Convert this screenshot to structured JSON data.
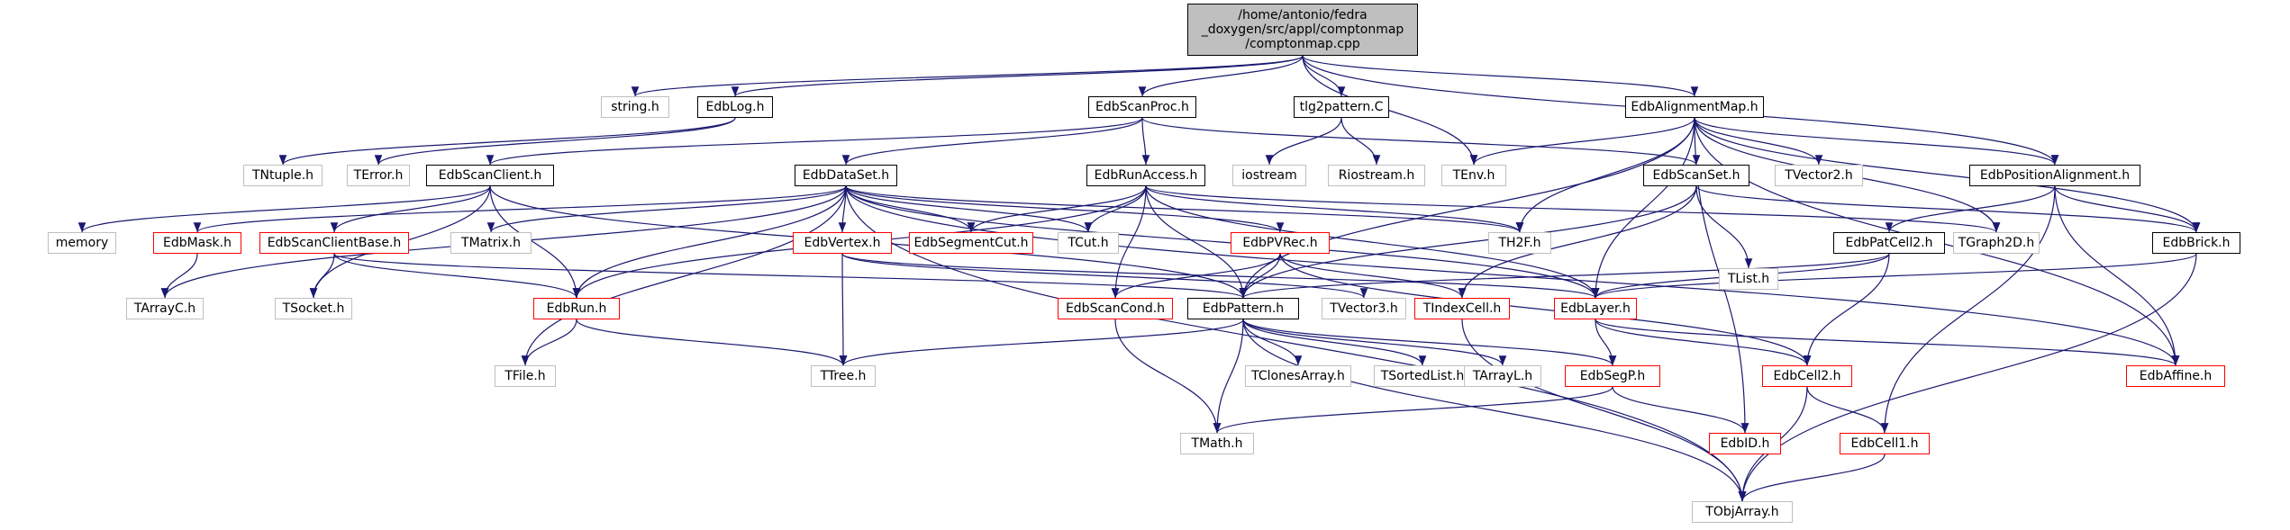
{
  "colors": {
    "edge": "#191970",
    "box_border": "#000000",
    "external_border": "#bfbfbf",
    "incomplete_border": "#ff0000",
    "root_fill": "#bfbfbf"
  },
  "nodes": {
    "root": {
      "label": "/home/antonio/fedra\n_doxygen/src/appl/comptonmap\n/comptonmap.cpp",
      "kind": "root"
    },
    "string_h": {
      "label": "string.h",
      "kind": "ext"
    },
    "edblog_h": {
      "label": "EdbLog.h",
      "kind": "doc"
    },
    "edbscanproc_h": {
      "label": "EdbScanProc.h",
      "kind": "doc"
    },
    "tlg2pattern_c": {
      "label": "tlg2pattern.C",
      "kind": "doc"
    },
    "edbalignmentmap_h": {
      "label": "EdbAlignmentMap.h",
      "kind": "doc"
    },
    "tntuple_h": {
      "label": "TNtuple.h",
      "kind": "ext"
    },
    "terror_h": {
      "label": "TError.h",
      "kind": "ext"
    },
    "edbscanclient_h": {
      "label": "EdbScanClient.h",
      "kind": "doc"
    },
    "edbdataset_h": {
      "label": "EdbDataSet.h",
      "kind": "doc"
    },
    "edbrunaccess_h": {
      "label": "EdbRunAccess.h",
      "kind": "doc"
    },
    "iostream": {
      "label": "iostream",
      "kind": "ext"
    },
    "riostream_h": {
      "label": "Riostream.h",
      "kind": "ext"
    },
    "tenv_h": {
      "label": "TEnv.h",
      "kind": "ext"
    },
    "edbscanset_h": {
      "label": "EdbScanSet.h",
      "kind": "doc"
    },
    "tvector2_h": {
      "label": "TVector2.h",
      "kind": "ext"
    },
    "edbpositionalignment_h": {
      "label": "EdbPositionAlignment.h",
      "kind": "doc"
    },
    "memory": {
      "label": "memory",
      "kind": "ext"
    },
    "edbmask_h": {
      "label": "EdbMask.h",
      "kind": "red"
    },
    "edbscanclientbase_h": {
      "label": "EdbScanClientBase.h",
      "kind": "red"
    },
    "tmatrix_h": {
      "label": "TMatrix.h",
      "kind": "ext"
    },
    "edbvertex_h": {
      "label": "EdbVertex.h",
      "kind": "red"
    },
    "edbsegmentcut_h": {
      "label": "EdbSegmentCut.h",
      "kind": "red"
    },
    "tcut_h": {
      "label": "TCut.h",
      "kind": "ext"
    },
    "edbpvrec_h": {
      "label": "EdbPVRec.h",
      "kind": "red"
    },
    "th2f_h": {
      "label": "TH2F.h",
      "kind": "ext"
    },
    "tlist_h": {
      "label": "TList.h",
      "kind": "ext"
    },
    "tgraph2d_h": {
      "label": "TGraph2D.h",
      "kind": "ext"
    },
    "edbpatcell2_h": {
      "label": "EdbPatCell2.h",
      "kind": "doc"
    },
    "edbbrick_h": {
      "label": "EdbBrick.h",
      "kind": "doc"
    },
    "tarrayc_h": {
      "label": "TArrayC.h",
      "kind": "ext"
    },
    "tsocket_h": {
      "label": "TSocket.h",
      "kind": "ext"
    },
    "edbrun_h": {
      "label": "EdbRun.h",
      "kind": "red"
    },
    "edbscancond_h": {
      "label": "EdbScanCond.h",
      "kind": "red"
    },
    "edbpattern_h": {
      "label": "EdbPattern.h",
      "kind": "doc"
    },
    "tvector3_h": {
      "label": "TVector3.h",
      "kind": "ext"
    },
    "tindexcell_h": {
      "label": "TIndexCell.h",
      "kind": "red"
    },
    "edblayer_h": {
      "label": "EdbLayer.h",
      "kind": "red"
    },
    "tfile_h": {
      "label": "TFile.h",
      "kind": "ext"
    },
    "ttree_h": {
      "label": "TTree.h",
      "kind": "ext"
    },
    "tclonesarray_h": {
      "label": "TClonesArray.h",
      "kind": "ext"
    },
    "tsortedlist_h": {
      "label": "TSortedList.h",
      "kind": "ext"
    },
    "tarrayl_h": {
      "label": "TArrayL.h",
      "kind": "ext"
    },
    "edbsegp_h": {
      "label": "EdbSegP.h",
      "kind": "red"
    },
    "edbcell2_h": {
      "label": "EdbCell2.h",
      "kind": "red"
    },
    "edbaffine_h": {
      "label": "EdbAffine.h",
      "kind": "red"
    },
    "tmath_h": {
      "label": "TMath.h",
      "kind": "ext"
    },
    "edbid_h": {
      "label": "EdbID.h",
      "kind": "red"
    },
    "edbcell1_h": {
      "label": "EdbCell1.h",
      "kind": "red"
    },
    "tobjarray_h": {
      "label": "TObjArray.h",
      "kind": "ext"
    }
  },
  "edges": [
    [
      "root",
      "string_h"
    ],
    [
      "root",
      "edblog_h"
    ],
    [
      "root",
      "edbscanproc_h"
    ],
    [
      "root",
      "tlg2pattern_c"
    ],
    [
      "root",
      "tenv_h"
    ],
    [
      "root",
      "edbalignmentmap_h"
    ],
    [
      "root",
      "edbpositionalignment_h"
    ],
    [
      "edblog_h",
      "tntuple_h"
    ],
    [
      "edblog_h",
      "terror_h"
    ],
    [
      "edbscanproc_h",
      "edbscanclient_h"
    ],
    [
      "edbscanproc_h",
      "edbdataset_h"
    ],
    [
      "edbscanproc_h",
      "edbrunaccess_h"
    ],
    [
      "edbscanproc_h",
      "edbscanset_h"
    ],
    [
      "tlg2pattern_c",
      "iostream"
    ],
    [
      "tlg2pattern_c",
      "riostream_h"
    ],
    [
      "edbalignmentmap_h",
      "tenv_h"
    ],
    [
      "edbalignmentmap_h",
      "th2f_h"
    ],
    [
      "edbalignmentmap_h",
      "tvector2_h"
    ],
    [
      "edbalignmentmap_h",
      "edbpositionalignment_h"
    ],
    [
      "edbalignmentmap_h",
      "tgraph2d_h"
    ],
    [
      "edbalignmentmap_h",
      "edbbrick_h"
    ],
    [
      "edbalignmentmap_h",
      "edbaffine_h"
    ],
    [
      "edbalignmentmap_h",
      "edbpattern_h"
    ],
    [
      "edbalignmentmap_h",
      "edblayer_h"
    ],
    [
      "edbalignmentmap_h",
      "edbid_h"
    ],
    [
      "edbscanclient_h",
      "memory"
    ],
    [
      "edbscanclient_h",
      "edbscanclientbase_h"
    ],
    [
      "edbscanclient_h",
      "edbrun_h"
    ],
    [
      "edbscanclient_h",
      "edbpattern_h"
    ],
    [
      "edbscanclient_h",
      "tsocket_h"
    ],
    [
      "edbdataset_h",
      "tarrayc_h"
    ],
    [
      "edbdataset_h",
      "edbmask_h"
    ],
    [
      "edbdataset_h",
      "tmatrix_h"
    ],
    [
      "edbdataset_h",
      "edbvertex_h"
    ],
    [
      "edbdataset_h",
      "edbsegmentcut_h"
    ],
    [
      "edbdataset_h",
      "tcut_h"
    ],
    [
      "edbdataset_h",
      "edbpvrec_h"
    ],
    [
      "edbdataset_h",
      "th2f_h"
    ],
    [
      "edbdataset_h",
      "edbrun_h"
    ],
    [
      "edbdataset_h",
      "tfile_h"
    ],
    [
      "edbdataset_h",
      "tobjarray_h"
    ],
    [
      "edbdataset_h",
      "edblayer_h"
    ],
    [
      "edbdataset_h",
      "edbaffine_h"
    ],
    [
      "edbrunaccess_h",
      "edbrun_h"
    ],
    [
      "edbrunaccess_h",
      "edbsegmentcut_h"
    ],
    [
      "edbrunaccess_h",
      "tcut_h"
    ],
    [
      "edbrunaccess_h",
      "edbscancond_h"
    ],
    [
      "edbrunaccess_h",
      "edbpattern_h"
    ],
    [
      "edbrunaccess_h",
      "th2f_h"
    ],
    [
      "edbrunaccess_h",
      "edblayer_h"
    ],
    [
      "edbrunaccess_h",
      "tgraph2d_h"
    ],
    [
      "edbscanset_h",
      "tlist_h"
    ],
    [
      "edbscanset_h",
      "edbbrick_h"
    ],
    [
      "edbscanset_h",
      "tindexcell_h"
    ],
    [
      "edbscanset_h",
      "edbpattern_h"
    ],
    [
      "edbpositionalignment_h",
      "edbpatcell2_h"
    ],
    [
      "edbpositionalignment_h",
      "edbbrick_h"
    ],
    [
      "edbpositionalignment_h",
      "edbaffine_h"
    ],
    [
      "edbpositionalignment_h",
      "edbcell1_h"
    ],
    [
      "edbmask_h",
      "tarrayc_h"
    ],
    [
      "edbscanclientbase_h",
      "tsocket_h"
    ],
    [
      "edbscanclientbase_h",
      "edbrun_h"
    ],
    [
      "edbscanclientbase_h",
      "edbpattern_h"
    ],
    [
      "edbvertex_h",
      "ttree_h"
    ],
    [
      "edbvertex_h",
      "tvector3_h"
    ],
    [
      "edbvertex_h",
      "edblayer_h"
    ],
    [
      "edbpvrec_h",
      "edbscancond_h"
    ],
    [
      "edbpvrec_h",
      "edbpattern_h"
    ],
    [
      "edbpvrec_h",
      "tindexcell_h"
    ],
    [
      "edbpvrec_h",
      "edbcell2_h"
    ],
    [
      "edbpatcell2_h",
      "edbpattern_h"
    ],
    [
      "edbpatcell2_h",
      "edblayer_h"
    ],
    [
      "edbpatcell2_h",
      "edbcell2_h"
    ],
    [
      "edbbrick_h",
      "edblayer_h"
    ],
    [
      "edbbrick_h",
      "tobjarray_h"
    ],
    [
      "edbrun_h",
      "tfile_h"
    ],
    [
      "edbrun_h",
      "ttree_h"
    ],
    [
      "edbscancond_h",
      "tmath_h"
    ],
    [
      "edbpattern_h",
      "ttree_h"
    ],
    [
      "edbpattern_h",
      "tclonesarray_h"
    ],
    [
      "edbpattern_h",
      "tsortedlist_h"
    ],
    [
      "edbpattern_h",
      "tarrayl_h"
    ],
    [
      "edbpattern_h",
      "edbsegp_h"
    ],
    [
      "edbpattern_h",
      "tmath_h"
    ],
    [
      "edbpattern_h",
      "tobjarray_h"
    ],
    [
      "tindexcell_h",
      "tobjarray_h"
    ],
    [
      "edblayer_h",
      "edbsegp_h"
    ],
    [
      "edblayer_h",
      "edbcell2_h"
    ],
    [
      "edblayer_h",
      "edbaffine_h"
    ],
    [
      "edbsegp_h",
      "tmath_h"
    ],
    [
      "edbsegp_h",
      "edbid_h"
    ],
    [
      "edbcell2_h",
      "edbcell1_h"
    ],
    [
      "edbcell2_h",
      "tobjarray_h"
    ],
    [
      "edbcell1_h",
      "tobjarray_h"
    ]
  ]
}
